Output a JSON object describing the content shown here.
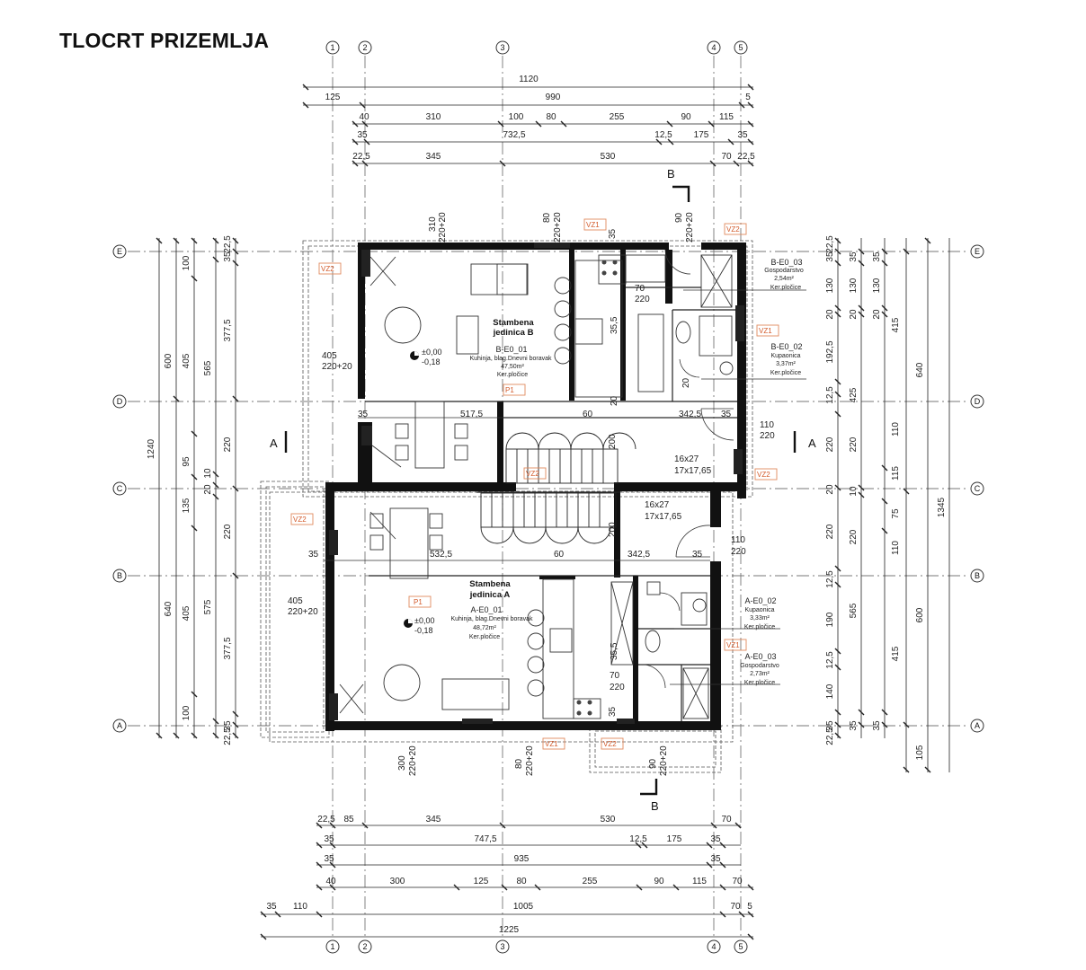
{
  "title": "TLOCRT PRIZEMLJA",
  "grid_columns": [
    "1",
    "2",
    "3",
    "4",
    "5"
  ],
  "grid_rows": [
    "E",
    "D",
    "C",
    "B",
    "A"
  ],
  "top_dims": {
    "row1": [
      "1120"
    ],
    "row2": [
      "125",
      "990",
      "5"
    ],
    "row3": [
      "40",
      "310",
      "100",
      "80",
      "255",
      "90",
      "115"
    ],
    "row4": [
      "35",
      "732,5",
      "12,5",
      "175",
      "35"
    ],
    "row5": [
      "22,5",
      "345",
      "530",
      "70",
      "22,5"
    ]
  },
  "bottom_dims": {
    "row1": [
      "22,5",
      "85",
      "345",
      "530",
      "70"
    ],
    "row2": [
      "35",
      "747,5",
      "12,5",
      "175",
      "35"
    ],
    "row3": [
      "35",
      "935",
      "35"
    ],
    "row4": [
      "40",
      "300",
      "125",
      "80",
      "255",
      "90",
      "115",
      "70"
    ],
    "row5": [
      "35",
      "110",
      "1005",
      "70",
      "5"
    ],
    "row6": [
      "1225"
    ]
  },
  "left_dims": {
    "outer": [
      "1240",
      "640"
    ],
    "col2": [
      "600",
      "405",
      "95",
      "135",
      "405",
      "100"
    ],
    "col3": [
      "100",
      "405",
      "565",
      "10",
      "20",
      "220",
      "575",
      "405"
    ],
    "col4": [
      "22,5",
      "35",
      "377,5",
      "220",
      "220",
      "377,5",
      "35",
      "22,5"
    ]
  },
  "right_dims": {
    "col1": [
      "22,5",
      "35",
      "130",
      "20",
      "192,5",
      "12,5",
      "220",
      "20",
      "220",
      "12,5",
      "190",
      "12,5",
      "140",
      "35",
      "22,5"
    ],
    "col2": [
      "35",
      "130",
      "20",
      "425",
      "220",
      "10",
      "220",
      "565",
      "35"
    ],
    "col3": [
      "35",
      "130",
      "20",
      "415",
      "110",
      "115",
      "75",
      "110",
      "415",
      "35"
    ],
    "col4": [
      "640",
      "600",
      "105"
    ],
    "col5": [
      "1345"
    ]
  },
  "units": {
    "b": {
      "name": "Stambena jedinica B",
      "room": "B-E0_01",
      "room_desc": "Kuhinja, blag.Dnevni boravak",
      "area": "47,50m²",
      "floor": "Ker.pločice",
      "level": "±0,00",
      "level2": "-0,18"
    },
    "a": {
      "name": "Stambena jedinica A",
      "room": "A-E0_01",
      "room_desc": "Kuhinja, blag.Dnevni boravak",
      "area": "48,72m²",
      "floor": "Ker.pločice",
      "level": "±0,00",
      "level2": "-0,18"
    }
  },
  "rooms": [
    {
      "id": "B-E0_03",
      "name": "Gospodarstvo",
      "area": "2,54m²",
      "floor": "Ker.pločice"
    },
    {
      "id": "B-E0_02",
      "name": "Kupaonica",
      "area": "3,37m²",
      "floor": "Ker.pločice"
    },
    {
      "id": "A-E0_02",
      "name": "Kupaonica",
      "area": "3,33m²",
      "floor": "Ker.pločice"
    },
    {
      "id": "A-E0_03",
      "name": "Gospodarstvo",
      "area": "2,73m²",
      "floor": "Ker.pločice"
    }
  ],
  "tags": {
    "vz1": "VZ1",
    "vz2": "VZ2",
    "p1": "P1"
  },
  "openings": {
    "w310": "310",
    "w310b": "220+20",
    "w80": "80",
    "w80b": "220+20",
    "w90": "90",
    "w90b": "220+20",
    "w405": "405",
    "w405b": "220+20",
    "w405a": "405",
    "w405ab": "220+20",
    "w300": "300",
    "w300b": "220+20",
    "w80a": "80",
    "w80ab": "220+20",
    "w90a": "90",
    "w90ab": "220+20"
  },
  "inner_dims": {
    "d35a": "35",
    "d5175": "517,5",
    "d60a": "60",
    "d3425a": "342,5",
    "d35b": "35",
    "d110a": "110",
    "d220a": "220",
    "stair1": "16x27",
    "stair1b": "17x17,65",
    "d35c": "35",
    "d5325": "532,5",
    "d60b": "60",
    "d3425b": "342,5",
    "d35d": "35",
    "d110b": "110",
    "d220b": "220",
    "stair2": "16x27",
    "stair2b": "17x17,65",
    "d70a": "70",
    "d220c": "220",
    "d70b": "70",
    "d220d": "220",
    "d355a": "35,5",
    "d355b": "35,5",
    "d200a": "200",
    "d200b": "200",
    "d20a": "20",
    "d20b": "20",
    "d35e": "35",
    "d35f": "35"
  },
  "sections": {
    "a": "A",
    "b": "B"
  }
}
